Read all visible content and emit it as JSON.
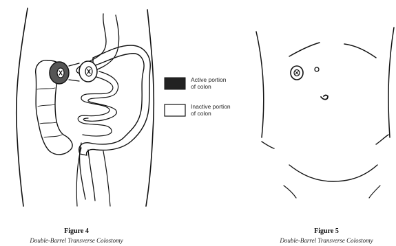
{
  "legend": {
    "active": {
      "line1": "Active portion",
      "line2": "of colon",
      "color": "#222222"
    },
    "inactive": {
      "line1": "Inactive portion",
      "line2": "of colon",
      "color": "#ffffff"
    }
  },
  "figure4": {
    "title": "Figure 4",
    "subtitle": "Double-Barrel Transverse Colostomy"
  },
  "figure5": {
    "title": "Figure 5",
    "subtitle": "Double-Barrel Transverse Colostomy"
  },
  "colors": {
    "ink": "#111111",
    "active_fill": "#8c8c8c",
    "stoma_fill": "#555555"
  }
}
